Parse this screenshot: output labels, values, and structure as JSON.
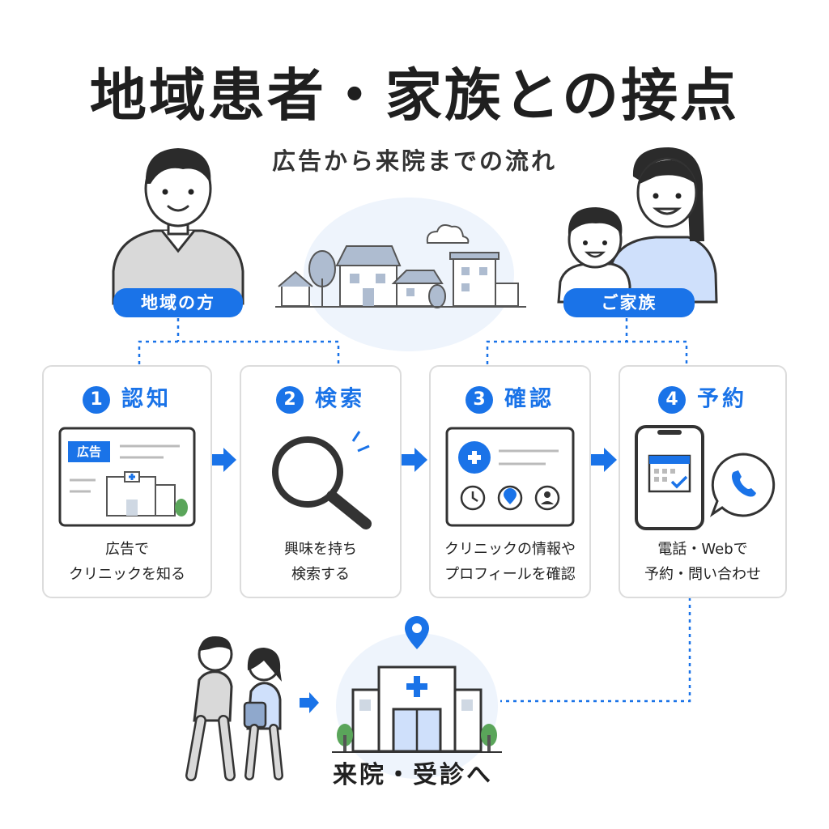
{
  "title": "地域患者・家族との接点",
  "subtitle": "広告から来院までの流れ",
  "personas": {
    "local": {
      "label": "地域の方"
    },
    "family": {
      "label": "ご家族"
    }
  },
  "steps": [
    {
      "number": "1",
      "title": "認知",
      "desc": [
        "広告で",
        "クリニックを知る"
      ],
      "badge": "広告"
    },
    {
      "number": "2",
      "title": "検索",
      "desc": [
        "興味を持ち",
        "検索する"
      ]
    },
    {
      "number": "3",
      "title": "確認",
      "desc": [
        "クリニックの情報や",
        "プロフィールを確認"
      ]
    },
    {
      "number": "4",
      "title": "予約",
      "desc": [
        "電話・Webで",
        "予約・問い合わせ"
      ]
    }
  ],
  "visit": {
    "label": "来院・受診へ"
  },
  "colors": {
    "accent": "#1a73e8",
    "card_border": "#dcdcdc",
    "line": "#333333"
  }
}
